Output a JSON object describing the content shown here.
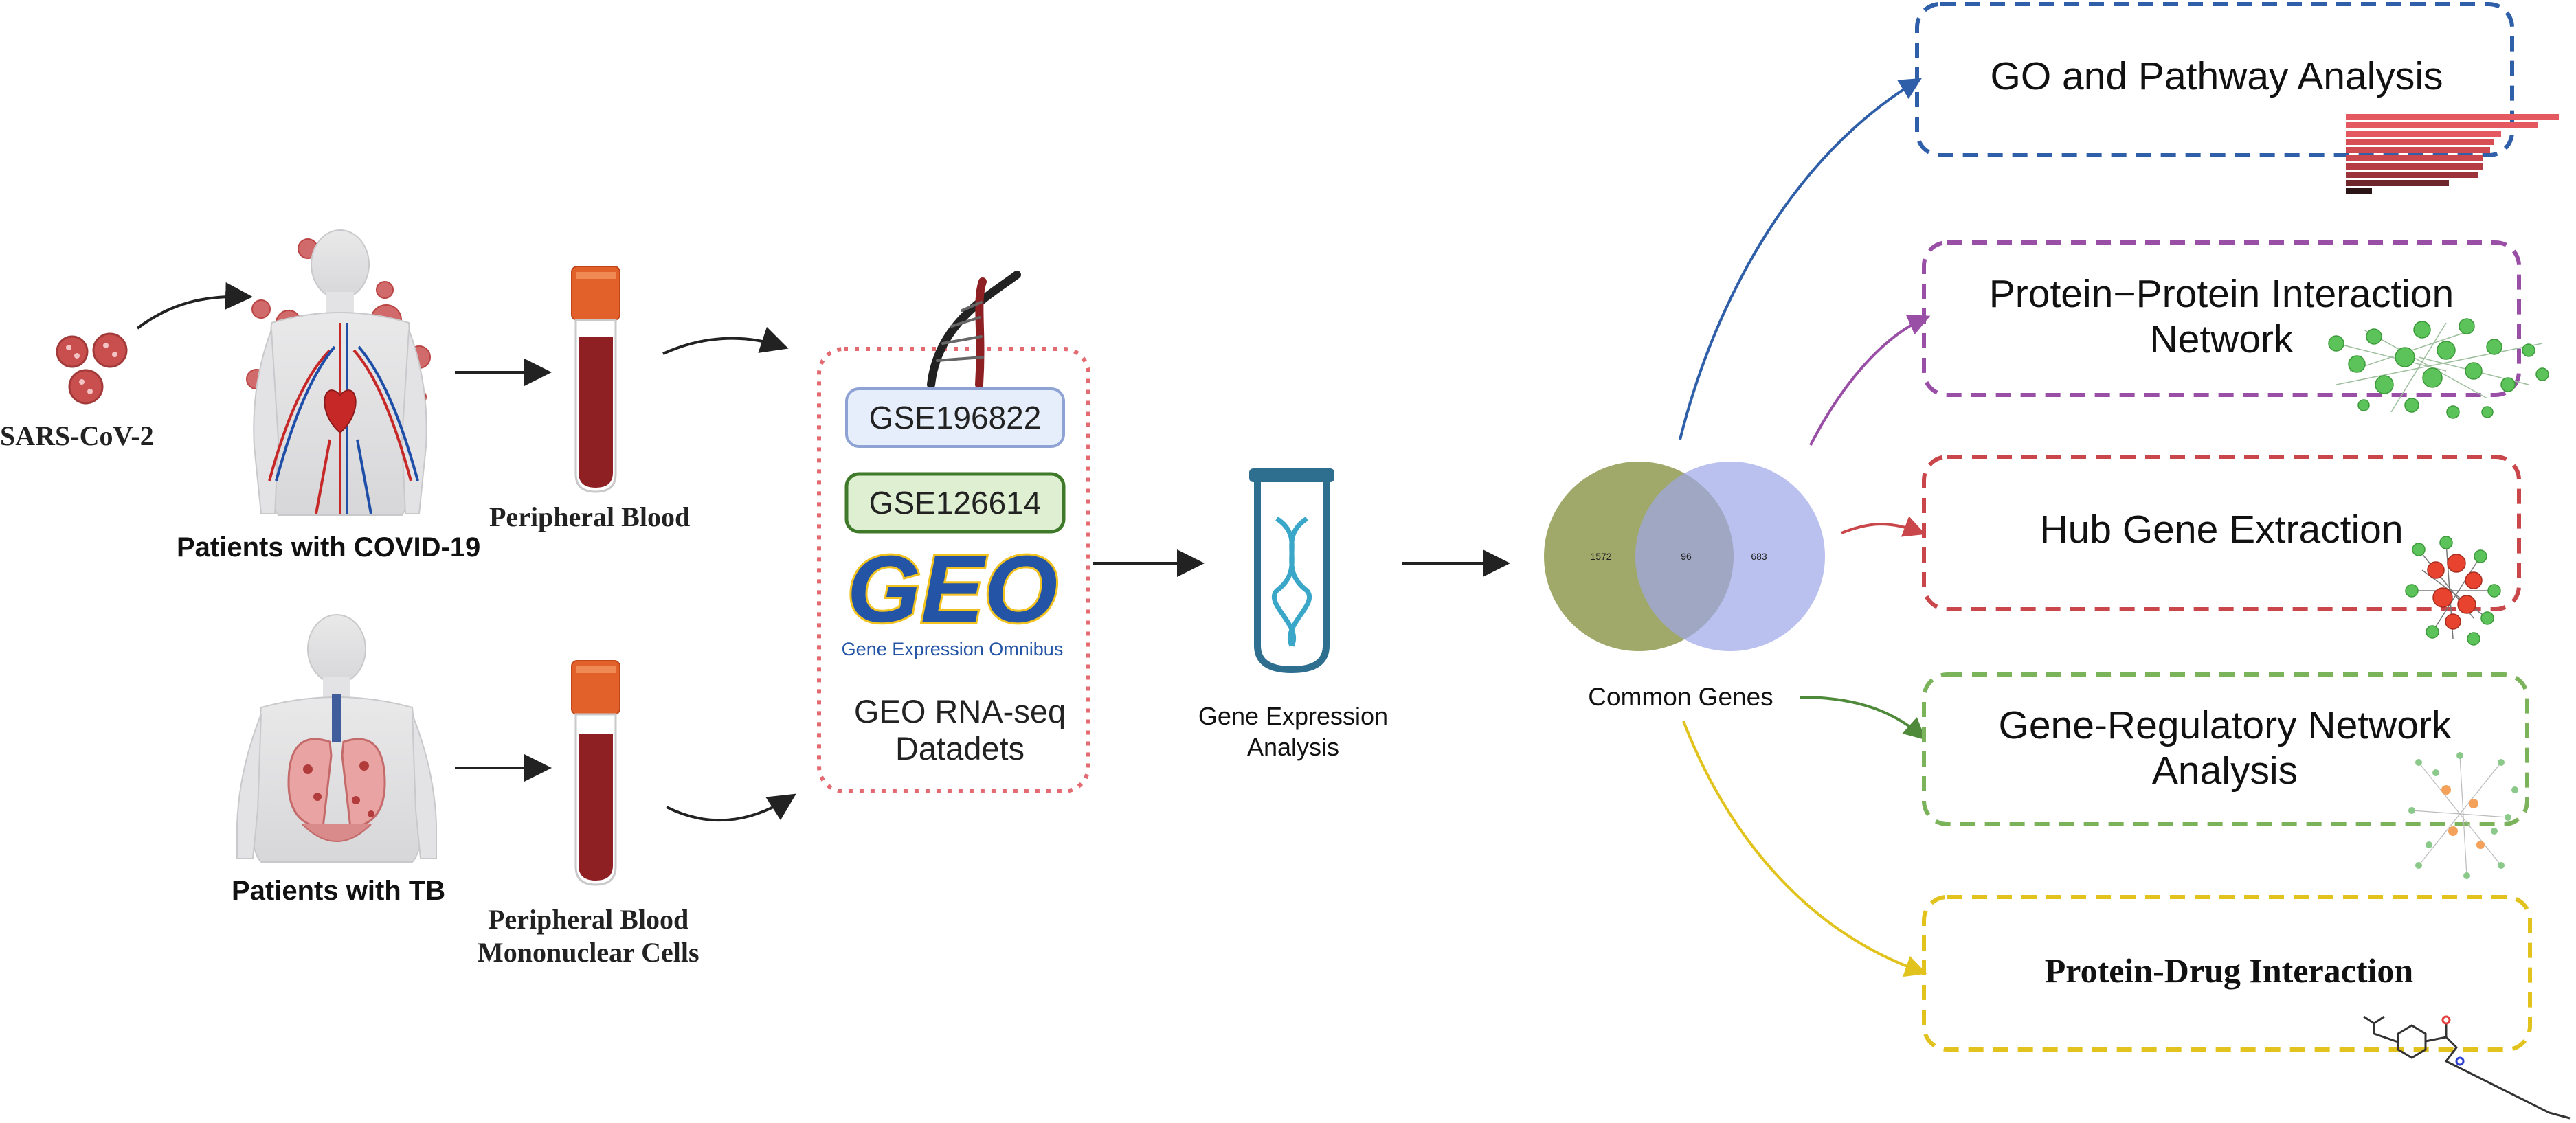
{
  "labels": {
    "sars_cov2": "SARS-CoV-2",
    "patients_covid": "Patients with COVID-19",
    "peripheral_blood": "Peripheral Blood",
    "patients_tb": "Patients with TB",
    "pbmc_line1": "Peripheral Blood",
    "pbmc_line2": "Mononuclear Cells"
  },
  "datasets": {
    "gse1": "GSE196822",
    "gse2": "GSE126614",
    "geo_logo": "GEO",
    "geo_logo_sub": "Gene Expression Omnibus",
    "caption_line1": "GEO RNA-seq",
    "caption_line2": "Datadets"
  },
  "analysis": {
    "line1": "Gene Expression",
    "line2": "Analysis"
  },
  "venn": {
    "left_count": "1572",
    "common_count": "96",
    "right_count": "683",
    "label": "Common Genes",
    "colors": {
      "left": "#8f9a4f",
      "right": "#9ea6e8"
    }
  },
  "outputs": {
    "go": "GO and Pathway Analysis",
    "ppi_line1": "Protein−Protein Interaction",
    "ppi_line2": "Network",
    "hub": "Hub Gene Extraction",
    "grn_line1": "Gene-Regulatory Network",
    "grn_line2": "Analysis",
    "drug": "Protein-Drug Interaction"
  },
  "colors": {
    "go": "#2f5fa8",
    "ppi": "#9a4fa6",
    "hub": "#c9474a",
    "grn": "#7bb35a",
    "drug": "#e2c21d",
    "geo_box": "#e46a72",
    "gse1_fill": "#e6eefb",
    "gse1_stroke": "#8ea2d4",
    "gse2_fill": "#dff0d2",
    "gse2_stroke": "#3f7a2a",
    "blood": "#8e1f22",
    "tube_cap": "#e2612a"
  }
}
